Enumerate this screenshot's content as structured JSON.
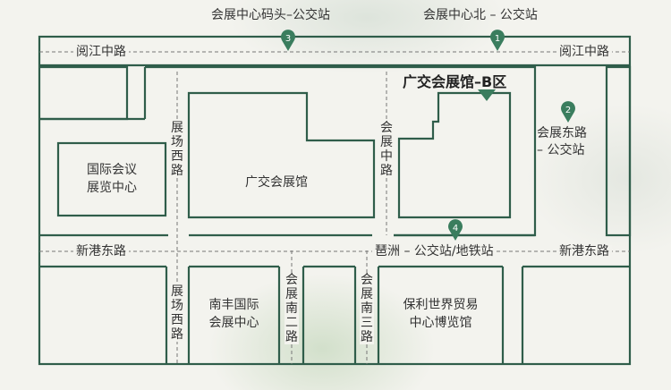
{
  "colors": {
    "road_line": "#2f5d4a",
    "dash": "#777777",
    "pin": "#3a7d5e",
    "bg": "#f3f3ee"
  },
  "bus_stops": {
    "wharf": "会展中心码头–公交站",
    "north": "会展中心北 – 公交站",
    "east": "会展东路",
    "east2": "– 公交站",
    "pazhou": "琶洲 – 公交站/地铁站"
  },
  "pins": {
    "p1": "1",
    "p2": "2",
    "p3": "3",
    "p4": "4"
  },
  "roads": {
    "yuejiang_left": "阅江中路",
    "yuejiang_right": "阅江中路",
    "xingang_left": "新港东路",
    "xingang_right": "新港东路",
    "zhanchang_west_top": "展场西路",
    "zhanchang_west_bottom": "展场西路",
    "huizhan_middle": "会展中路",
    "huizhan_south2": "会展南二路",
    "huizhan_south3": "会展南三路"
  },
  "buildings": {
    "intl_center": "国际会议展览中心",
    "intl_center_l1": "国际会议",
    "intl_center_l2": "展览中心",
    "canton_fair": "广交会展馆",
    "zone_b": "广交会展馆–B区",
    "nanfeng_l1": "南丰国际",
    "nanfeng_l2": "会展中心",
    "poly_l1": "保利世界贸易",
    "poly_l2": "中心博览馆"
  }
}
